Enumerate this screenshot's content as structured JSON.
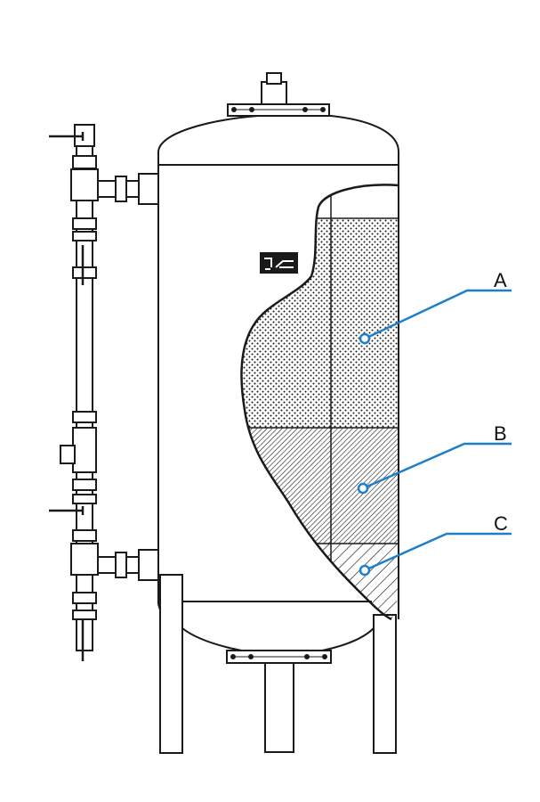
{
  "colors": {
    "line": "#1a1a1a",
    "callout": "#1e7fc8",
    "background": "#ffffff"
  },
  "labels": {
    "a": "A",
    "b": "B",
    "c": "C"
  }
}
